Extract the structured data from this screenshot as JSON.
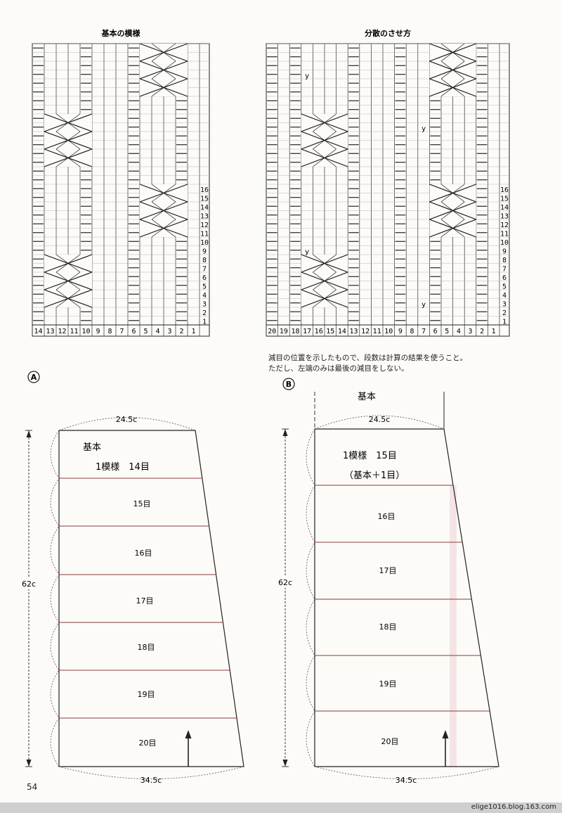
{
  "chart_a": {
    "title": "基本の模様",
    "col_labels": [
      "14",
      "13",
      "12",
      "11",
      "10",
      "9",
      "8",
      "7",
      "6",
      "5",
      "4",
      "3",
      "2",
      "1"
    ],
    "row_labels": [
      "16",
      "15",
      "14",
      "13",
      "12",
      "11",
      "10",
      "9",
      "8",
      "7",
      "6",
      "5",
      "4",
      "3",
      "2",
      "1"
    ]
  },
  "chart_b": {
    "title": "分散のさせ方",
    "col_labels": [
      "20",
      "19",
      "18",
      "17",
      "16",
      "15",
      "14",
      "13",
      "12",
      "11",
      "10",
      "9",
      "8",
      "7",
      "6",
      "5",
      "4",
      "3",
      "2",
      "1"
    ],
    "row_labels": [
      "16",
      "15",
      "14",
      "13",
      "12",
      "11",
      "10",
      "9",
      "8",
      "7",
      "6",
      "5",
      "4",
      "3",
      "2",
      "1"
    ],
    "decrease_mark": "y"
  },
  "note": {
    "line1": "減目の位置を示したもので、段数は計算の結果を使うこと。",
    "line2": "ただし、左端のみは最後の減目をしない。"
  },
  "diagram_a": {
    "marker": "A",
    "top_width": "24.5c",
    "bottom_width": "34.5c",
    "height": "62c",
    "label_kihon": "基本",
    "sections": [
      "1模様　14目",
      "15目",
      "16目",
      "17目",
      "18目",
      "19目",
      "20目"
    ]
  },
  "diagram_b": {
    "marker": "B",
    "top_label": "基本",
    "top_width": "24.5c",
    "bottom_width": "34.5c",
    "height": "62c",
    "first_section_line1": "1模様　15目",
    "first_section_line2": "（基本＋1目）",
    "sections": [
      "16目",
      "17目",
      "18目",
      "19目",
      "20目"
    ]
  },
  "page_number": "54",
  "watermark": "elige1016.blog.163.com"
}
